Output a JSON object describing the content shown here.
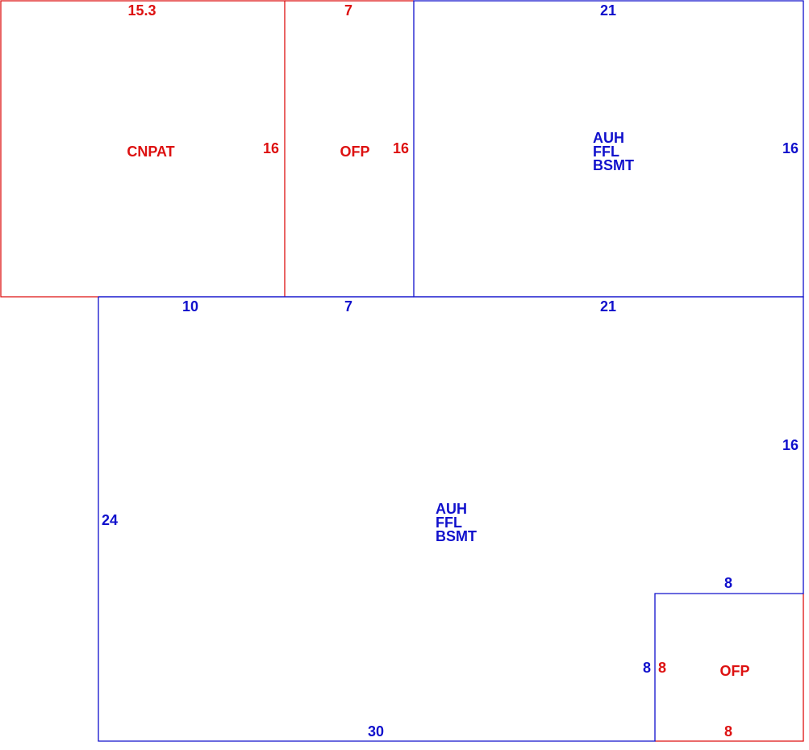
{
  "colors": {
    "red": "#dd1111",
    "blue": "#1010cc",
    "background": "#ffffff"
  },
  "areas": {
    "cnpat": {
      "lines": [
        "CNPAT"
      ]
    },
    "ofp_top": {
      "lines": [
        "OFP"
      ]
    },
    "auh_top": {
      "lines": [
        "AUH",
        "FFL",
        "BSMT"
      ]
    },
    "auh_main": {
      "lines": [
        "AUH",
        "FFL",
        "BSMT"
      ]
    },
    "ofp_bottom": {
      "lines": [
        "OFP"
      ]
    }
  },
  "dimensions": {
    "cnpat_top": "15.3",
    "cnpat_right": "16",
    "ofp_top_top": "7",
    "ofp_top_right": "16",
    "auh_top_top": "21",
    "auh_top_right": "16",
    "main_top_left": "10",
    "main_top_mid": "7",
    "main_top_right": "21",
    "main_right": "16",
    "main_left": "24",
    "main_bottom": "30",
    "notch_top": "8",
    "notch_left": "8",
    "ofp_bottom_left": "8",
    "ofp_bottom_bottom": "8"
  }
}
